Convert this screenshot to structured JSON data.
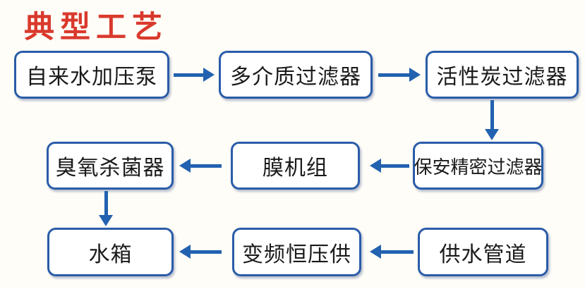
{
  "title": {
    "text": "典型工艺"
  },
  "colors": {
    "background": "#FFFDF8",
    "box_fill": "#FFFFFF",
    "box_border": "#2A5CA8",
    "arrow_color": "#2262B0",
    "text_color": "#1A1A1A",
    "title_color": "#D9392C"
  },
  "flow": {
    "nodes": [
      {
        "label": "自来水加压泵"
      },
      {
        "label": "多介质过滤器"
      },
      {
        "label": "活性炭过滤器"
      },
      {
        "label": "保安精密过滤器"
      },
      {
        "label": "膜机组"
      },
      {
        "label": "臭氧杀菌器"
      },
      {
        "label": "水箱"
      },
      {
        "label": "变频恒压供"
      },
      {
        "label": "供水管道"
      }
    ],
    "connections": [
      {
        "from": "自来水加压泵",
        "to": "多介质过滤器",
        "direction": "right"
      },
      {
        "from": "多介质过滤器",
        "to": "活性炭过滤器",
        "direction": "right"
      },
      {
        "from": "活性炭过滤器",
        "to": "保安精密过滤器",
        "direction": "down"
      },
      {
        "from": "保安精密过滤器",
        "to": "膜机组",
        "direction": "left"
      },
      {
        "from": "膜机组",
        "to": "臭氧杀菌器",
        "direction": "left"
      },
      {
        "from": "臭氧杀菌器",
        "to": "水箱",
        "direction": "down"
      },
      {
        "from": "供水管道",
        "to": "变频恒压供",
        "direction": "left"
      },
      {
        "from": "变频恒压供",
        "to": "水箱",
        "direction": "left"
      }
    ]
  }
}
